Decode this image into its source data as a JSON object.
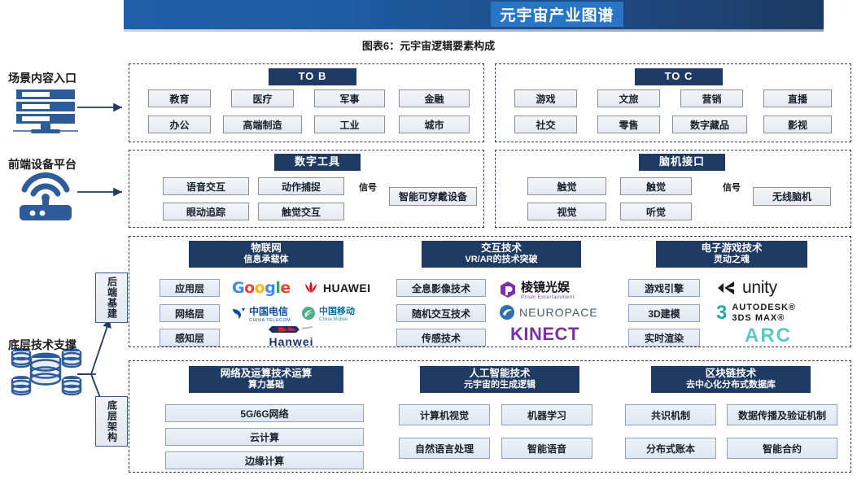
{
  "header": {
    "title": "元宇宙产业图谱",
    "caption": "图表6：元宇宙逻辑要素构成"
  },
  "left_rail": [
    {
      "label": "场景内容入口",
      "icon": "server-rack-icon"
    },
    {
      "label": "前端设备平台",
      "icon": "wifi-router-icon"
    },
    {
      "label": "底层技术支撑",
      "icon": "database-cluster-icon"
    }
  ],
  "side_boxes": [
    {
      "label": "后端基建"
    },
    {
      "label": "底层架构"
    }
  ],
  "row1": {
    "panels": [
      {
        "title": "TO B",
        "items": [
          "教育",
          "医疗",
          "军事",
          "金融",
          "办公",
          "高端制造",
          "工业",
          "城市"
        ]
      },
      {
        "title": "TO C",
        "items": [
          "游戏",
          "文旅",
          "营销",
          "直播",
          "社交",
          "零售",
          "数字藏品",
          "影视"
        ]
      }
    ]
  },
  "row2": {
    "panels": [
      {
        "title": "数字工具",
        "items": [
          "语音交互",
          "动作捕捉",
          "眼动追踪",
          "触觉交互"
        ],
        "signal_label": "信号",
        "device": "智能可穿戴设备"
      },
      {
        "title": "脑机接口",
        "items": [
          "触觉",
          "触觉",
          "视觉",
          "听觉"
        ],
        "signal_label": "信号",
        "device": "无线脑机"
      }
    ]
  },
  "row3": {
    "groups": [
      {
        "title": "物联网",
        "subtitle": "信息承载体",
        "items": [
          "应用层",
          "网络层",
          "感知层"
        ],
        "logos": [
          "Google",
          "HUAWEI",
          "中国电信",
          "中国移动",
          "Hanwei"
        ]
      },
      {
        "title": "交互技术",
        "subtitle": "VR/AR的技术突破",
        "items": [
          "全息影像技术",
          "随机交互技术",
          "传感技术"
        ],
        "logos": [
          "棱镜光娱 Prism Entertainment",
          "NEUROPACE",
          "KINECT"
        ]
      },
      {
        "title": "电子游戏技术",
        "subtitle": "灵动之魂",
        "items": [
          "游戏引擎",
          "3D建模",
          "实时渲染"
        ],
        "logos": [
          "unity",
          "AUTODESK 3DS MAX",
          "ARC"
        ]
      }
    ]
  },
  "row4": {
    "groups": [
      {
        "title": "网络及运算技术运算",
        "subtitle": "算力基础",
        "items": [
          "5G/6G网络",
          "云计算",
          "边缘计算"
        ]
      },
      {
        "title": "人工智能技术",
        "subtitle": "元宇宙的生成逻辑",
        "items": [
          "计算机视觉",
          "机器学习",
          "自然语言处理",
          "智能语音"
        ]
      },
      {
        "title": "区块链技术",
        "subtitle": "去中心化分布式数据库",
        "items": [
          "共识机制",
          "数据传播及验证机制",
          "分布式账本",
          "智能合约"
        ]
      }
    ]
  },
  "logos": {
    "google": [
      "G",
      "o",
      "o",
      "g",
      "l",
      "e"
    ],
    "huawei": "HUAWEI",
    "telecom_cn": "中国电信",
    "telecom_en": "CHINA TELECOM",
    "mobile_cn": "中国移动",
    "mobile_en": "China Mobile",
    "hanwei": "Hanwei",
    "prism_cn": "棱镜光娱",
    "prism_en": "Prism Entertainment",
    "neuropace": "NEUROPACE",
    "kinect": "KINECT",
    "unity": "unity",
    "autodesk1": "AUTODESK®",
    "autodesk2": "3DS MAX®",
    "autodesk_num": "3",
    "arc": "ARC"
  },
  "colors": {
    "header_blue": "#1f5fa8",
    "header_dark": "#1d3a63",
    "title_chip": "#2775c4",
    "chip_navy": "#1f3a63",
    "dash_border": "#2f3f5c",
    "icon_blue": "#2e5c9a"
  }
}
